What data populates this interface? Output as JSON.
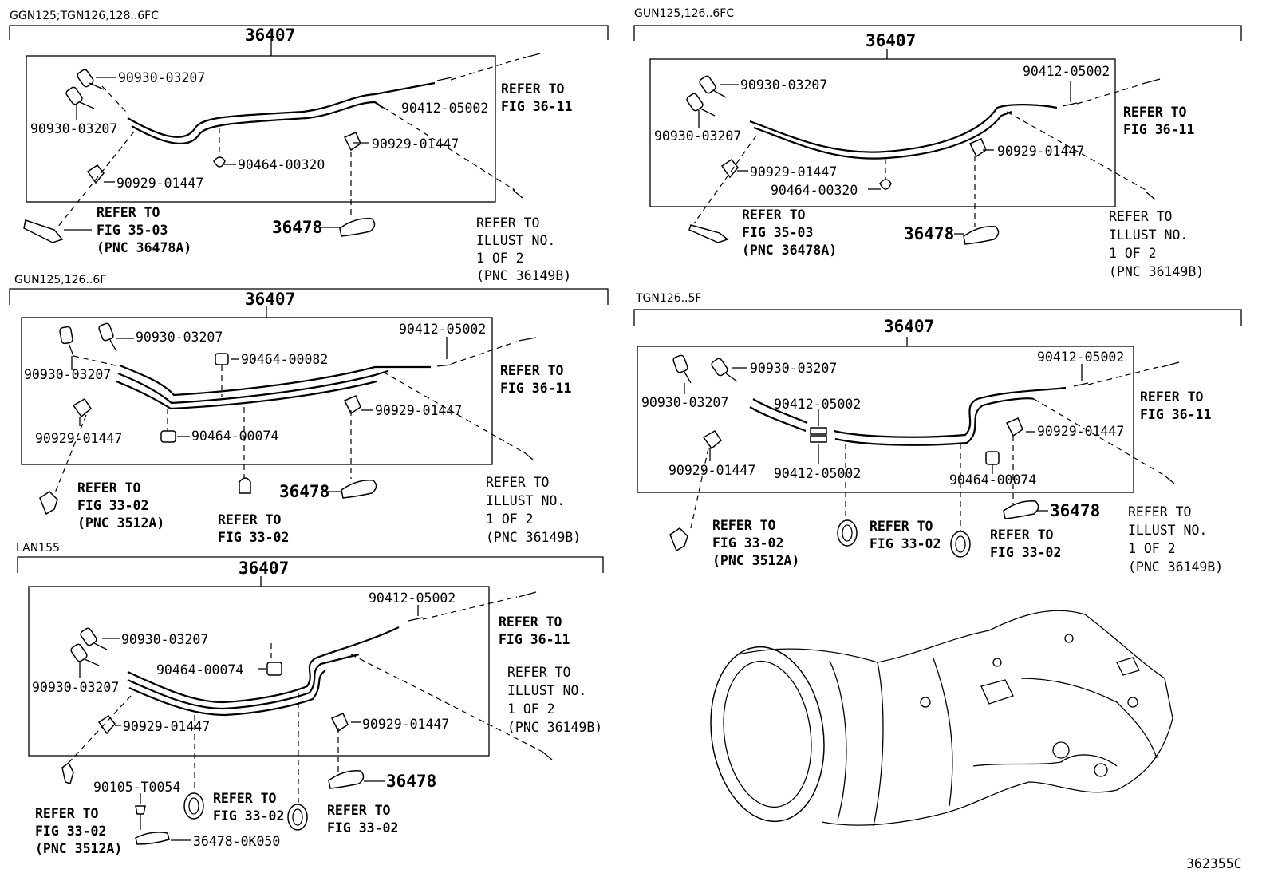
{
  "figure_id": "362355C",
  "sections": {
    "s1": {
      "variant": "GGN125;TGN126,128..6FC",
      "assembly": "36407",
      "parts": {
        "a": "90930-03207",
        "b": "90930-03207",
        "c": "90412-05002",
        "d": "90929-01447",
        "e": "90464-00320",
        "f": "90929-01447",
        "g": "36478"
      },
      "refs": {
        "fig3611": [
          "REFER TO",
          "FIG 36-11"
        ],
        "fig3503": [
          "REFER TO",
          "FIG 35-03",
          "(PNC 36478A)"
        ],
        "illust": [
          "REFER TO",
          "ILLUST NO.",
          "1 OF 2",
          "(PNC 36149B)"
        ]
      }
    },
    "s2": {
      "variant": "GUN125,126..6FC",
      "assembly": "36407",
      "parts": {
        "a": "90930-03207",
        "b": "90930-03207",
        "c": "90412-05002",
        "d": "90929-01447",
        "e": "90929-01447",
        "f": "90464-00320",
        "g": "36478"
      },
      "refs": {
        "fig3611": [
          "REFER TO",
          "FIG 36-11"
        ],
        "fig3503": [
          "REFER TO",
          "FIG 35-03",
          "(PNC 36478A)"
        ],
        "illust": [
          "REFER TO",
          "ILLUST NO.",
          "1 OF 2",
          "(PNC 36149B)"
        ]
      }
    },
    "s3": {
      "variant": "GUN125,126..6F",
      "assembly": "36407",
      "parts": {
        "a": "90930-03207",
        "b": "90930-03207",
        "c": "90464-00082",
        "d": "90412-05002",
        "e": "90929-01447",
        "f": "90929-01447",
        "g": "90464-00074",
        "h": "36478"
      },
      "refs": {
        "fig3611": [
          "REFER TO",
          "FIG 36-11"
        ],
        "fig3302a": [
          "REFER TO",
          "FIG 33-02",
          "(PNC 3512A)"
        ],
        "fig3302": [
          "REFER TO",
          "FIG 33-02"
        ],
        "illust": [
          "REFER TO",
          "ILLUST NO.",
          "1 OF 2",
          "(PNC 36149B)"
        ]
      }
    },
    "s4": {
      "variant": "TGN126..5F",
      "assembly": "36407",
      "parts": {
        "a": "90930-03207",
        "b": "90930-03207",
        "c": "90412-05002",
        "d": "90412-05002",
        "e": "90929-01447",
        "f": "90929-01447",
        "g": "90412-05002",
        "h": "90464-00074",
        "i": "36478"
      },
      "refs": {
        "fig3611": [
          "REFER TO",
          "FIG 36-11"
        ],
        "fig3302a": [
          "REFER TO",
          "FIG 33-02",
          "(PNC 3512A)"
        ],
        "fig3302b": [
          "REFER TO",
          "FIG 33-02"
        ],
        "fig3302c": [
          "REFER TO",
          "FIG 33-02"
        ],
        "illust": [
          "REFER TO",
          "ILLUST NO.",
          "1 OF 2",
          "(PNC 36149B)"
        ]
      }
    },
    "s5": {
      "variant": "LAN155",
      "assembly": "36407",
      "parts": {
        "a": "90412-05002",
        "b": "90930-03207",
        "c": "90930-03207",
        "d": "90464-00074",
        "e": "90929-01447",
        "f": "90929-01447",
        "g": "36478",
        "h": "90105-T0054",
        "i": "36478-0K050"
      },
      "refs": {
        "fig3611": [
          "REFER TO",
          "FIG 36-11"
        ],
        "illust": [
          "REFER TO",
          "ILLUST NO.",
          "1 OF 2",
          "(PNC 36149B)"
        ],
        "fig3302a": [
          "REFER TO",
          "FIG 33-02",
          "(PNC 3512A)"
        ],
        "fig3302b": [
          "REFER TO",
          "FIG 33-02"
        ],
        "fig3302c": [
          "REFER TO",
          "FIG 33-02"
        ]
      }
    }
  }
}
